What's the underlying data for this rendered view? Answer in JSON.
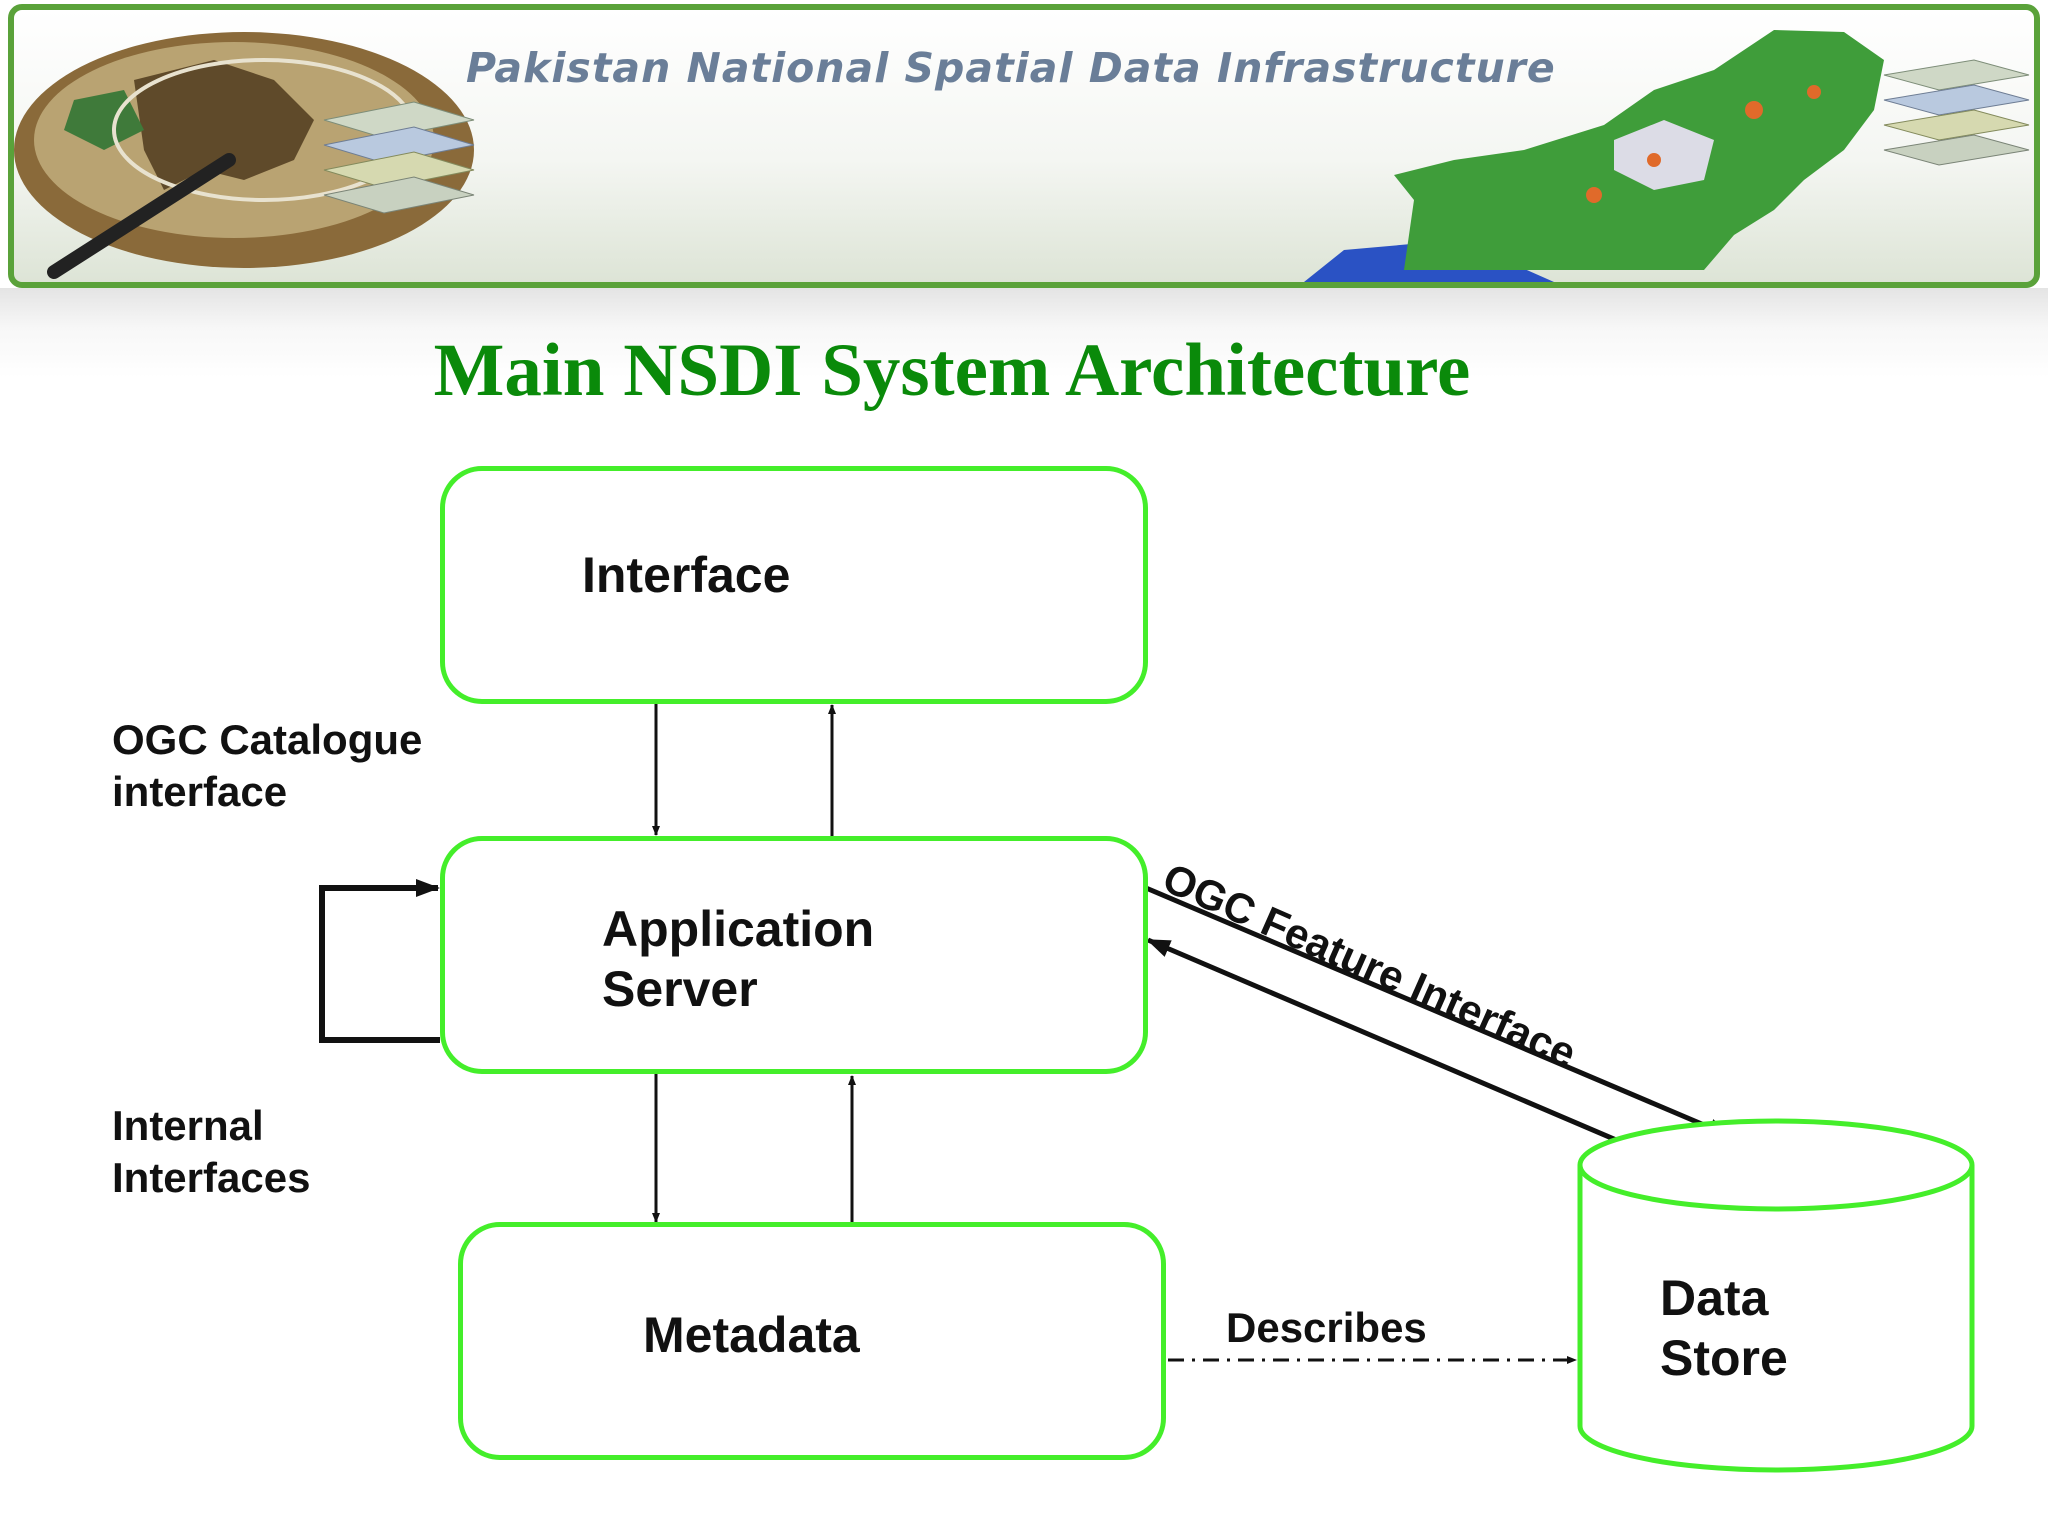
{
  "banner": {
    "title": "Pakistan National Spatial Data Infrastructure",
    "colors": {
      "border": "#5aa23a",
      "title": "#6a7e98",
      "map_green": "#3f9d3a"
    }
  },
  "page_title": "Main NSDI System Architecture",
  "diagram": {
    "nodes": {
      "interface": {
        "label": "Interface"
      },
      "application_server": {
        "label_line1": "Application",
        "label_line2": "Server"
      },
      "metadata": {
        "label": "Metadata"
      },
      "data_store": {
        "label_line1": "Data",
        "label_line2": "Store"
      }
    },
    "edge_labels": {
      "ogc_catalogue_line1": "OGC Catalogue",
      "ogc_catalogue_line2": "interface",
      "internal_line1": "Internal",
      "internal_line2": "Interfaces",
      "ogc_feature": "OGC Feature Interface",
      "describes": "Describes"
    },
    "colors": {
      "box_border": "#44ee2a",
      "title": "#0a8a0a",
      "arrow": "#111111"
    }
  }
}
